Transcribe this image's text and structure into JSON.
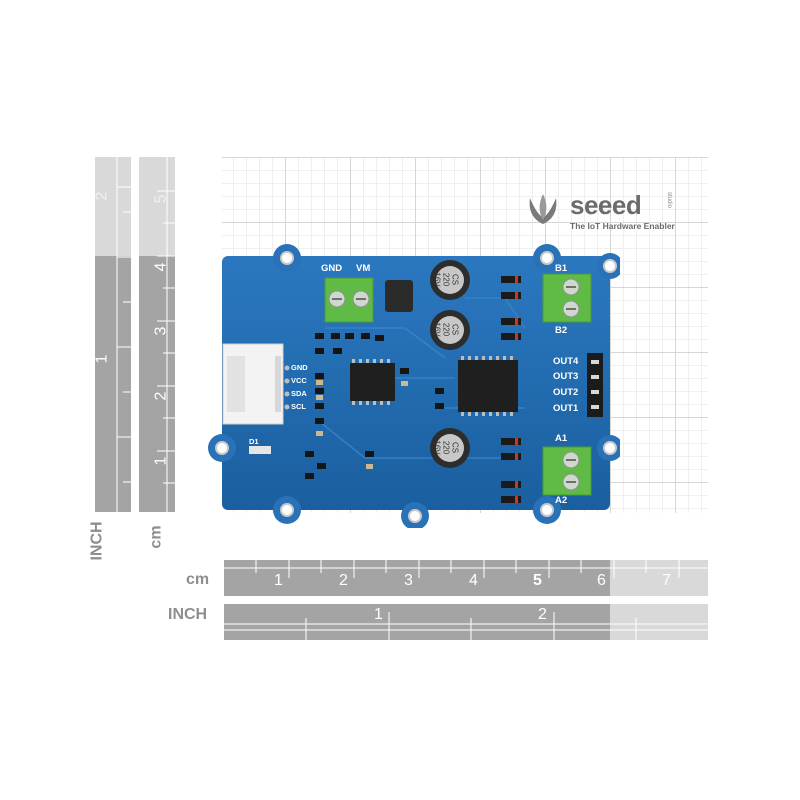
{
  "logo": {
    "brand": "seeed",
    "tagline": "The IoT Hardware Enabler",
    "side_text": "studio"
  },
  "vertical_rulers": {
    "inch_unit": "INCH",
    "cm_unit": "cm",
    "inch_ticks": [
      "2",
      "1"
    ],
    "cm_ticks": [
      "5",
      "4",
      "3",
      "2",
      "1"
    ]
  },
  "horizontal_rulers": {
    "cm_unit": "cm",
    "inch_unit": "INCH",
    "cm_ticks": [
      "1",
      "2",
      "3",
      "4",
      "5",
      "6",
      "7"
    ],
    "inch_ticks": [
      "1",
      "2"
    ]
  },
  "board": {
    "power_labels": [
      "GND",
      "VM"
    ],
    "pin_labels": [
      "GND",
      "VCC",
      "SDA",
      "SCL"
    ],
    "d1_label": "D1",
    "b1": "B1",
    "b2": "B2",
    "a1": "A1",
    "a2": "A2",
    "out_labels": [
      "OUT4",
      "OUT3",
      "OUT2",
      "OUT1"
    ],
    "cap_text": {
      "line1": "CS",
      "line2": "220",
      "line3": "16V"
    }
  },
  "colors": {
    "pcb": "#1d67ad",
    "terminal": "#5fbb45",
    "ruler": "#a4a4a4"
  }
}
